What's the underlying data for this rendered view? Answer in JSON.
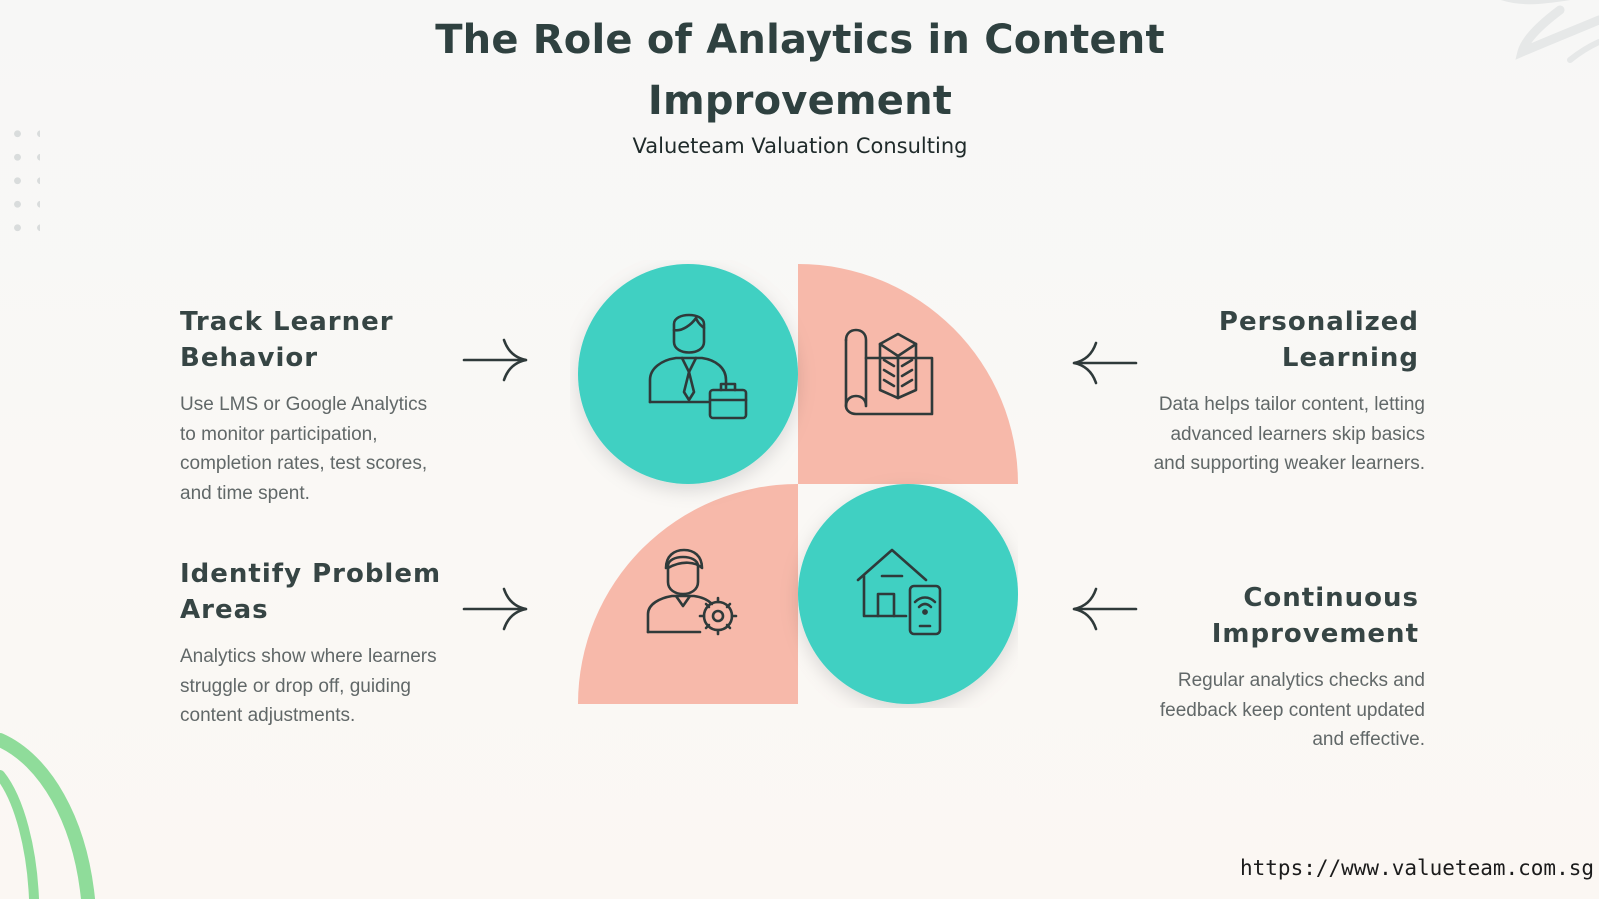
{
  "header": {
    "title": "The Role of Anlaytics in Content Improvement",
    "subtitle": "Valueteam Valuation Consulting"
  },
  "items": {
    "top_left": {
      "title": "Track Learner Behavior",
      "desc": "Use LMS or Google Analytics to monitor participation, completion rates, test scores, and time spent.",
      "icon": "businessman-briefcase-icon"
    },
    "bottom_left": {
      "title": "Identify Problem Areas",
      "desc": "Analytics show where learners struggle or drop off, guiding content adjustments.",
      "icon": "person-gear-icon"
    },
    "top_right": {
      "title": "Personalized Learning",
      "desc": "Data helps tailor content, letting advanced learners skip basics and supporting weaker learners.",
      "icon": "building-blueprint-icon"
    },
    "bottom_right": {
      "title": "Continuous Improvement",
      "desc": "Regular analytics checks and feedback keep content updated and effective.",
      "icon": "smart-home-phone-icon"
    }
  },
  "footer": {
    "url": "https://www.valueteam.com.sg"
  },
  "colors": {
    "teal": "#40d0c2",
    "salmon": "#f7b9aa",
    "title_text": "#2f4140",
    "body_text": "#616868",
    "accent_green": "#8fdc9a",
    "icon_stroke": "#2f3a3a"
  }
}
